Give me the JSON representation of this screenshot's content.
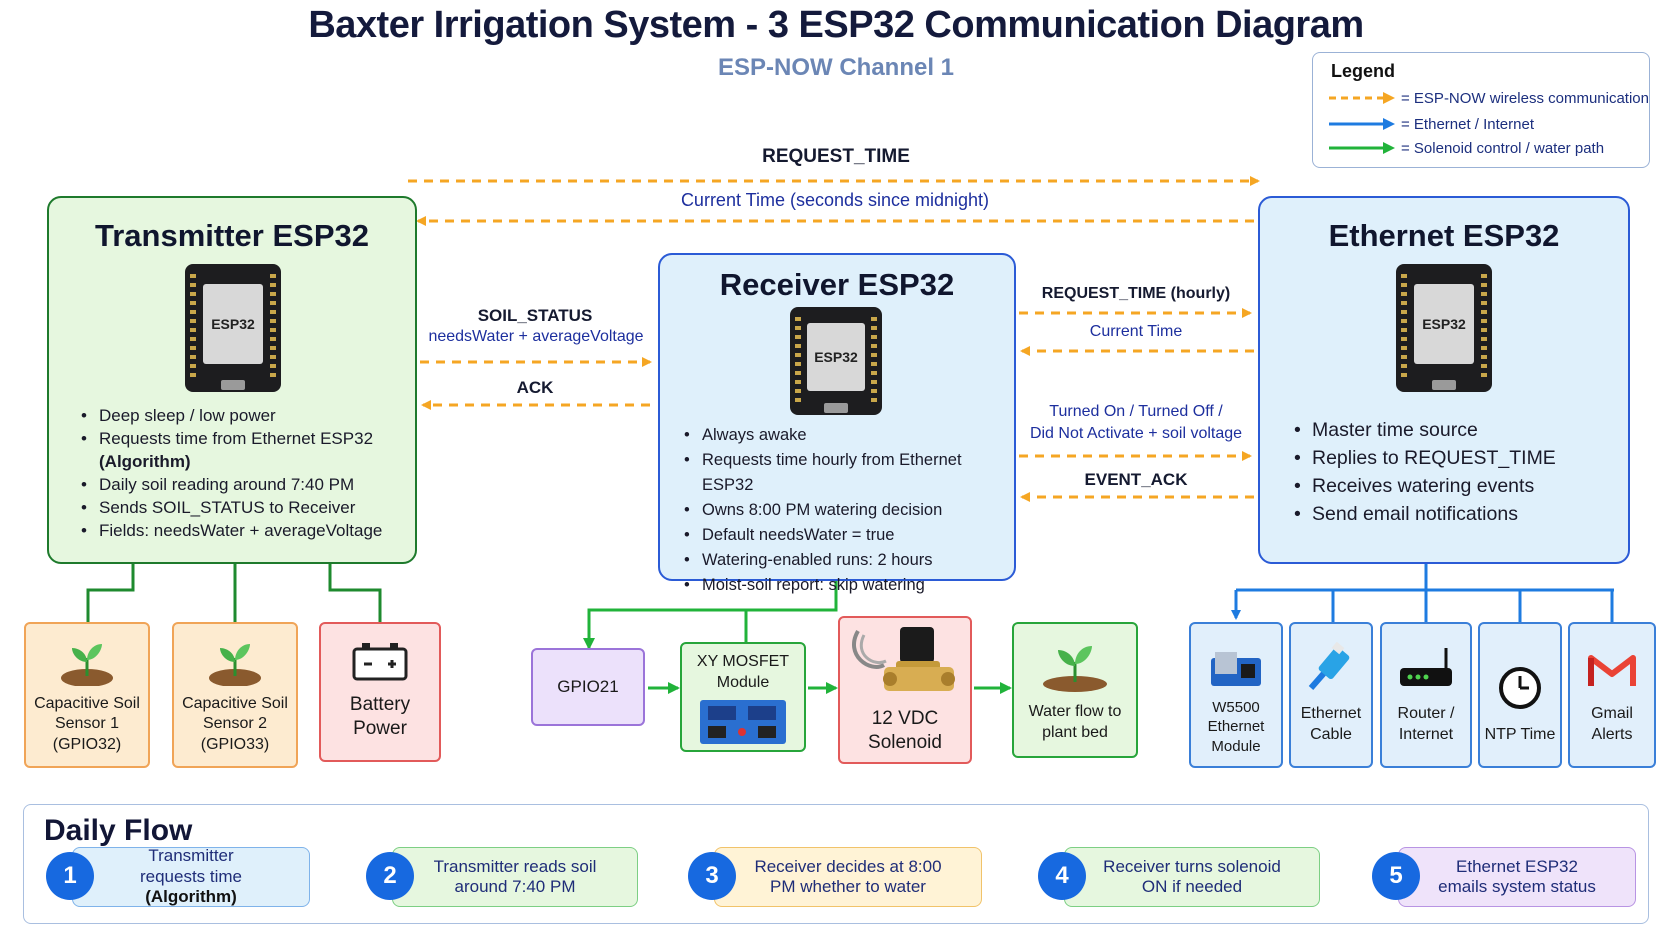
{
  "title": "Baxter Irrigation System - 3 ESP32 Communication Diagram",
  "subtitle": "ESP-NOW Channel 1",
  "legend": {
    "title": "Legend",
    "items": [
      {
        "label": "= ESP-NOW wireless communication",
        "color": "#f5a623",
        "style": "dashed"
      },
      {
        "label": "= Ethernet / Internet",
        "color": "#1e7be0",
        "style": "solid"
      },
      {
        "label": "= Solenoid control / water path",
        "color": "#21b33a",
        "style": "solid"
      }
    ]
  },
  "chip_label": "ESP32",
  "transmitter": {
    "title": "Transmitter ESP32",
    "bullets": [
      "Deep sleep / low power",
      "Requests time from Ethernet ESP32",
      "(Algorithm)",
      "Daily soil reading around 7:40 PM",
      "Sends SOIL_STATUS to Receiver",
      "Fields: needsWater + averageVoltage"
    ]
  },
  "receiver": {
    "title": "Receiver ESP32",
    "bullets": [
      "Always awake",
      "Requests time hourly from Ethernet ESP32",
      "Owns 8:00 PM watering decision",
      "Default needsWater = true",
      "Watering-enabled runs: 2 hours",
      "Moist-soil report: skip watering"
    ]
  },
  "ethernet": {
    "title": "Ethernet ESP32",
    "bullets": [
      "Master time source",
      "Replies to REQUEST_TIME",
      "Receives watering events",
      "Send email notifications"
    ]
  },
  "messages": {
    "request_time": "REQUEST_TIME",
    "current_time_midnight": "Current Time (seconds since midnight)",
    "soil_status": "SOIL_STATUS",
    "soil_status_fields": "needsWater + averageVoltage",
    "ack": "ACK",
    "request_time_hourly": "REQUEST_TIME (hourly)",
    "current_time": "Current Time",
    "turned_on_off": "Turned On / Turned Off /",
    "did_not_activate": "Did Not Activate + soil voltage",
    "event_ack": "EVENT_ACK"
  },
  "tx_components": [
    {
      "label": "Capacitive Soil Sensor 1 (GPIO32)",
      "icon": "sprout-icon"
    },
    {
      "label": "Capacitive Soil Sensor 2 (GPIO33)",
      "icon": "sprout-icon"
    },
    {
      "label": "Battery Power",
      "icon": "battery-icon"
    }
  ],
  "rx_components": [
    {
      "label": "GPIO21"
    },
    {
      "label": "XY MOSFET Module",
      "icon": "mosfet-board-icon"
    },
    {
      "label": "12 VDC Solenoid",
      "icon": "solenoid-valve-icon"
    },
    {
      "label": "Water flow to plant bed",
      "icon": "sprout-icon"
    }
  ],
  "eth_components": [
    {
      "label": "W5500 Ethernet Module",
      "icon": "ethernet-module-icon"
    },
    {
      "label": "Ethernet Cable",
      "icon": "ethernet-cable-icon"
    },
    {
      "label": "Router / Internet",
      "icon": "router-icon"
    },
    {
      "label": "NTP Time",
      "icon": "clock-icon"
    },
    {
      "label": "Gmail Alerts",
      "icon": "gmail-icon"
    }
  ],
  "daily_flow": {
    "title": "Daily Flow",
    "steps": [
      {
        "num": "1",
        "text": "Transmitter requests time",
        "sub": "(Algorithm)",
        "color": "#dff0fb"
      },
      {
        "num": "2",
        "text": "Transmitter reads soil around 7:40 PM",
        "color": "#e6f7df"
      },
      {
        "num": "3",
        "text": "Receiver decides at 8:00 PM whether to water",
        "color": "#fff3d6"
      },
      {
        "num": "4",
        "text": "Receiver turns solenoid ON if needed",
        "color": "#e6f7df"
      },
      {
        "num": "5",
        "text": "Ethernet ESP32 emails system status",
        "color": "#efe3fa"
      }
    ]
  }
}
